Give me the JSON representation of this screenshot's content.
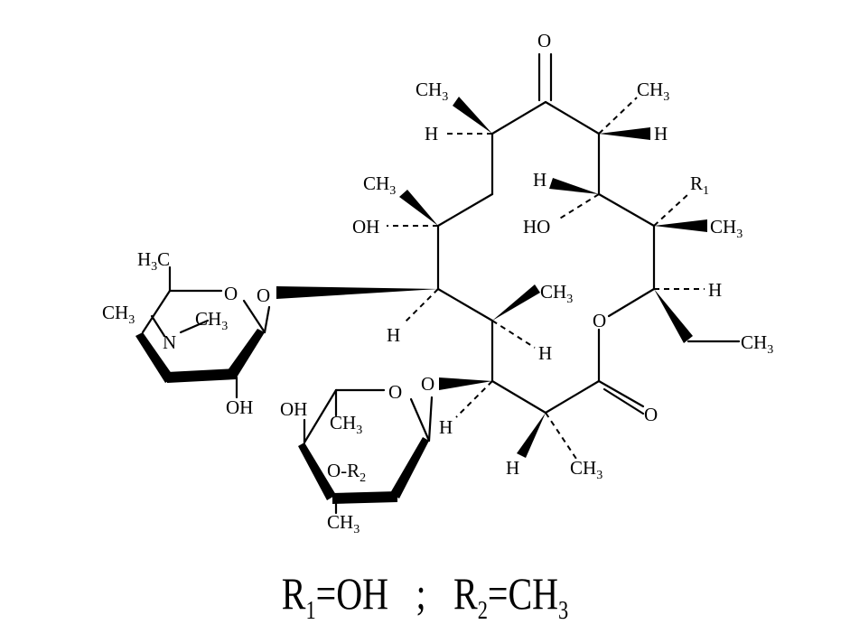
{
  "structure_labels": {
    "ketone_o": "O",
    "ch3_a": "CH",
    "sub_a": "3",
    "h_a": "H",
    "ch3_b": "CH",
    "sub_b": "3",
    "h_b": "H",
    "h_c": "H",
    "r1": "R",
    "sub_r1": "1",
    "ch3_c": "CH",
    "sub_c": "3",
    "ho_a": "HO",
    "ch3_d": "CH",
    "sub_d": "3",
    "oh_a": "OH",
    "h3c": "H",
    "sub_h3c": "3",
    "h3c_c": "C",
    "o_sugar1": "O",
    "o_link1": "O",
    "ch3_e": "CH",
    "sub_e": "3",
    "n": "N",
    "ch3_f": "CH",
    "sub_f": "3",
    "oh_b": "OH",
    "h_d": "H",
    "ch3_g": "CH",
    "sub_g": "3",
    "h_e": "H",
    "o_ring": "O",
    "h_f": "H",
    "ch3_h": "CH",
    "sub_h": "3",
    "o_link2": "O",
    "h_g": "H",
    "o_sugar2": "O",
    "oh_c": "OH",
    "ch3_i": "CH",
    "sub_i": "3",
    "or2": "O-R",
    "sub_or2": "2",
    "ch3_j": "CH",
    "sub_j": "3",
    "h_h": "H",
    "ch3_k": "CH",
    "sub_k": "3",
    "lactone_o": "O"
  },
  "legend": {
    "r1_base": "R",
    "r1_sub": "1",
    "r1_value": "=OH",
    "separator": ";",
    "r2_base": "R",
    "r2_sub": "2",
    "r2_value": "=CH",
    "r2_value_sub": "3"
  }
}
